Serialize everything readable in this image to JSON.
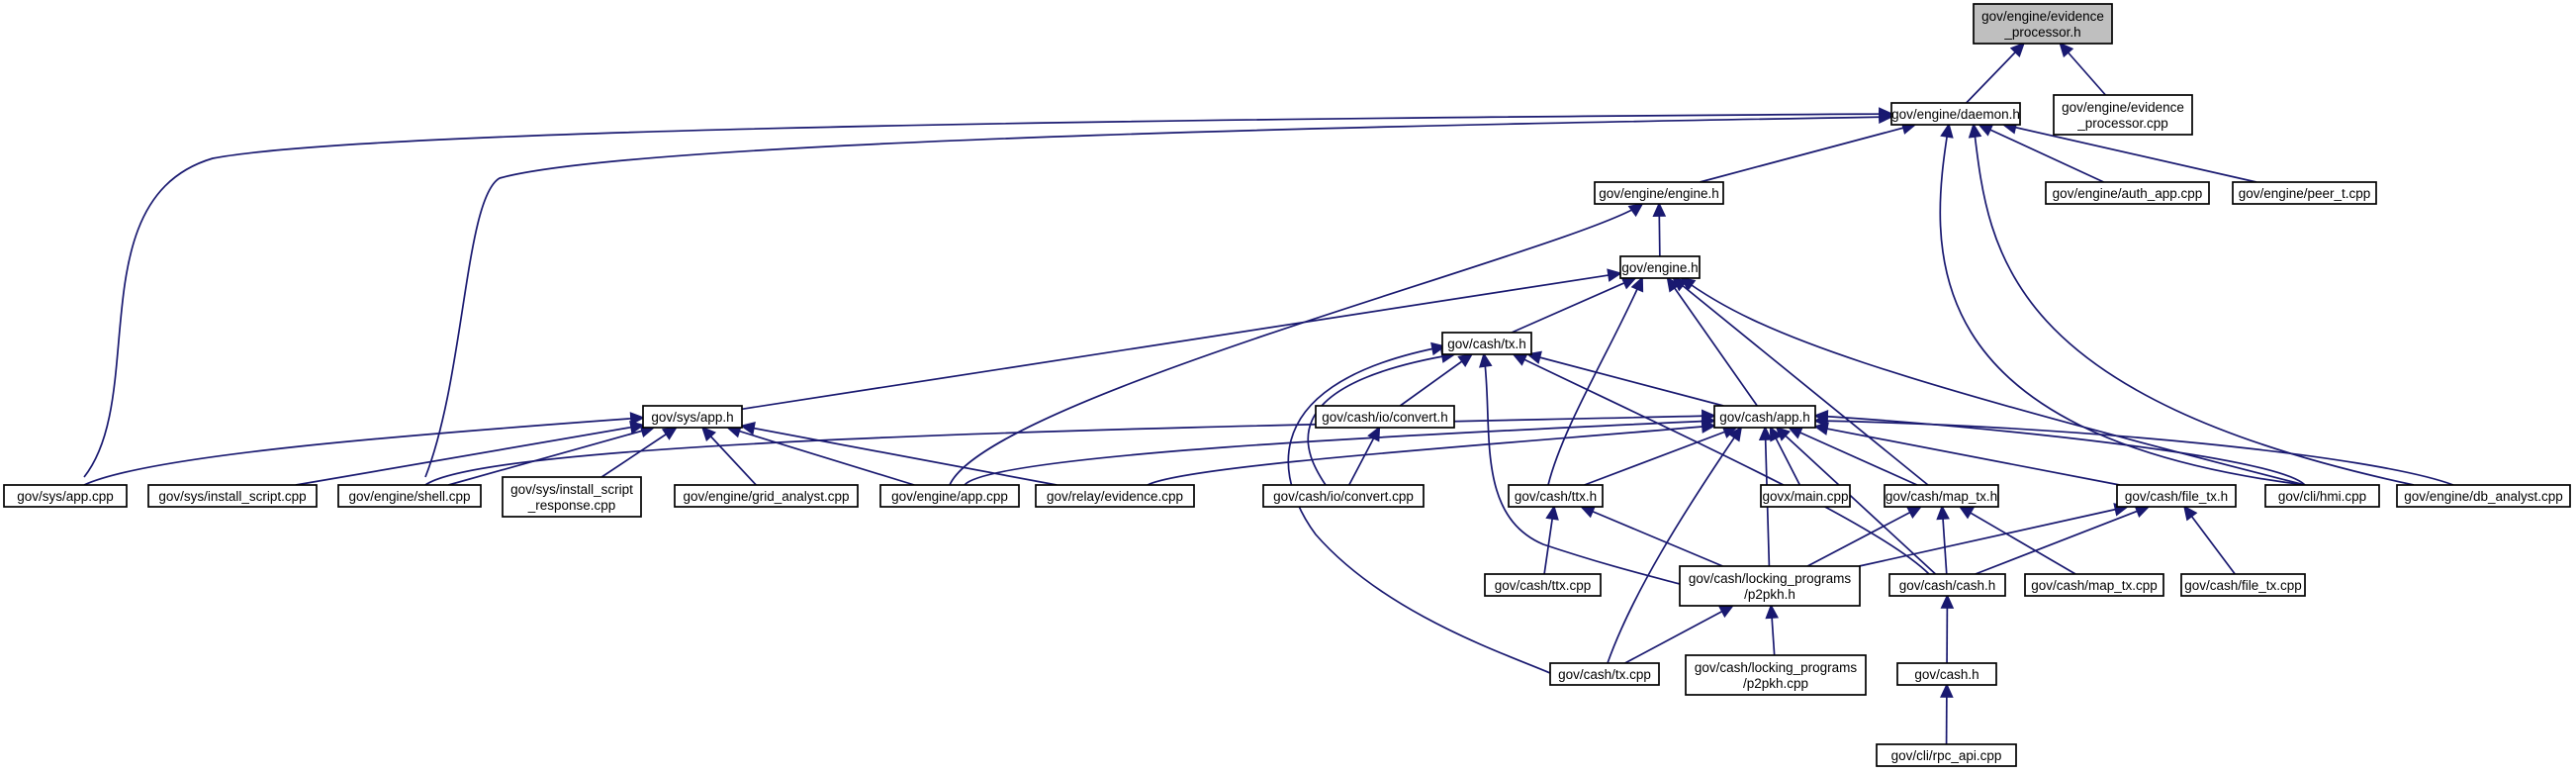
{
  "graph": {
    "root": "n_evp_h",
    "nodes": [
      {
        "id": "n_evp_h",
        "lines": [
          "gov/engine/evidence",
          "_processor.h"
        ],
        "root": true
      },
      {
        "id": "n_daemon_h",
        "lines": [
          "gov/engine/daemon.h"
        ]
      },
      {
        "id": "n_evp_cpp",
        "lines": [
          "gov/engine/evidence",
          "_processor.cpp"
        ]
      },
      {
        "id": "n_engine_engine_h",
        "lines": [
          "gov/engine/engine.h"
        ]
      },
      {
        "id": "n_auth_app_cpp",
        "lines": [
          "gov/engine/auth_app.cpp"
        ]
      },
      {
        "id": "n_peer_t_cpp",
        "lines": [
          "gov/engine/peer_t.cpp"
        ]
      },
      {
        "id": "n_engine_h",
        "lines": [
          "gov/engine.h"
        ]
      },
      {
        "id": "n_cash_tx_h",
        "lines": [
          "gov/cash/tx.h"
        ]
      },
      {
        "id": "n_sys_app_h",
        "lines": [
          "gov/sys/app.h"
        ]
      },
      {
        "id": "n_io_convert_h",
        "lines": [
          "gov/cash/io/convert.h"
        ]
      },
      {
        "id": "n_cash_app_h",
        "lines": [
          "gov/cash/app.h"
        ]
      },
      {
        "id": "n_sys_app_cpp",
        "lines": [
          "gov/sys/app.cpp"
        ]
      },
      {
        "id": "n_install_script_cpp",
        "lines": [
          "gov/sys/install_script.cpp"
        ]
      },
      {
        "id": "n_shell_cpp",
        "lines": [
          "gov/engine/shell.cpp"
        ]
      },
      {
        "id": "n_install_script_resp_cpp",
        "lines": [
          "gov/sys/install_script",
          "_response.cpp"
        ]
      },
      {
        "id": "n_grid_analyst_cpp",
        "lines": [
          "gov/engine/grid_analyst.cpp"
        ]
      },
      {
        "id": "n_engine_app_cpp",
        "lines": [
          "gov/engine/app.cpp"
        ]
      },
      {
        "id": "n_relay_evidence_cpp",
        "lines": [
          "gov/relay/evidence.cpp"
        ]
      },
      {
        "id": "n_io_convert_cpp",
        "lines": [
          "gov/cash/io/convert.cpp"
        ]
      },
      {
        "id": "n_ttx_h",
        "lines": [
          "gov/cash/ttx.h"
        ]
      },
      {
        "id": "n_govx_main_cpp",
        "lines": [
          "govx/main.cpp"
        ]
      },
      {
        "id": "n_map_tx_h",
        "lines": [
          "gov/cash/map_tx.h"
        ]
      },
      {
        "id": "n_file_tx_h",
        "lines": [
          "gov/cash/file_tx.h"
        ]
      },
      {
        "id": "n_hmi_cpp",
        "lines": [
          "gov/cli/hmi.cpp"
        ]
      },
      {
        "id": "n_db_analyst_cpp",
        "lines": [
          "gov/engine/db_analyst.cpp"
        ]
      },
      {
        "id": "n_ttx_cpp",
        "lines": [
          "gov/cash/ttx.cpp"
        ]
      },
      {
        "id": "n_p2pkh_h",
        "lines": [
          "gov/cash/locking_programs",
          "/p2pkh.h"
        ]
      },
      {
        "id": "n_cash_cash_h",
        "lines": [
          "gov/cash/cash.h"
        ]
      },
      {
        "id": "n_map_tx_cpp",
        "lines": [
          "gov/cash/map_tx.cpp"
        ]
      },
      {
        "id": "n_file_tx_cpp",
        "lines": [
          "gov/cash/file_tx.cpp"
        ]
      },
      {
        "id": "n_cash_tx_cpp",
        "lines": [
          "gov/cash/tx.cpp"
        ]
      },
      {
        "id": "n_p2pkh_cpp",
        "lines": [
          "gov/cash/locking_programs",
          "/p2pkh.cpp"
        ]
      },
      {
        "id": "n_cash_h",
        "lines": [
          "gov/cash.h"
        ]
      },
      {
        "id": "n_rpc_api_cpp",
        "lines": [
          "gov/cli/rpc_api.cpp"
        ]
      }
    ],
    "edges": [
      [
        "n_evp_h",
        "n_daemon_h"
      ],
      [
        "n_evp_h",
        "n_evp_cpp"
      ],
      [
        "n_daemon_h",
        "n_engine_engine_h"
      ],
      [
        "n_daemon_h",
        "n_auth_app_cpp"
      ],
      [
        "n_daemon_h",
        "n_peer_t_cpp"
      ],
      [
        "n_daemon_h",
        "n_sys_app_cpp"
      ],
      [
        "n_daemon_h",
        "n_shell_cpp"
      ],
      [
        "n_daemon_h",
        "n_hmi_cpp"
      ],
      [
        "n_daemon_h",
        "n_db_analyst_cpp"
      ],
      [
        "n_engine_engine_h",
        "n_engine_h"
      ],
      [
        "n_engine_engine_h",
        "n_engine_app_cpp"
      ],
      [
        "n_engine_h",
        "n_cash_tx_h"
      ],
      [
        "n_engine_h",
        "n_sys_app_h"
      ],
      [
        "n_engine_h",
        "n_cash_app_h"
      ],
      [
        "n_engine_h",
        "n_ttx_h"
      ],
      [
        "n_engine_h",
        "n_map_tx_h"
      ],
      [
        "n_engine_h",
        "n_hmi_cpp"
      ],
      [
        "n_cash_tx_h",
        "n_io_convert_h"
      ],
      [
        "n_cash_tx_h",
        "n_cash_app_h"
      ],
      [
        "n_cash_tx_h",
        "n_io_convert_cpp"
      ],
      [
        "n_cash_tx_h",
        "n_cash_tx_cpp"
      ],
      [
        "n_cash_tx_h",
        "n_p2pkh_h"
      ],
      [
        "n_cash_tx_h",
        "n_cash_cash_h"
      ],
      [
        "n_io_convert_h",
        "n_io_convert_cpp"
      ],
      [
        "n_sys_app_h",
        "n_sys_app_cpp"
      ],
      [
        "n_sys_app_h",
        "n_install_script_cpp"
      ],
      [
        "n_sys_app_h",
        "n_shell_cpp"
      ],
      [
        "n_sys_app_h",
        "n_install_script_resp_cpp"
      ],
      [
        "n_sys_app_h",
        "n_grid_analyst_cpp"
      ],
      [
        "n_sys_app_h",
        "n_engine_app_cpp"
      ],
      [
        "n_sys_app_h",
        "n_relay_evidence_cpp"
      ],
      [
        "n_cash_app_h",
        "n_shell_cpp"
      ],
      [
        "n_cash_app_h",
        "n_engine_app_cpp"
      ],
      [
        "n_cash_app_h",
        "n_relay_evidence_cpp"
      ],
      [
        "n_cash_app_h",
        "n_ttx_h"
      ],
      [
        "n_cash_app_h",
        "n_govx_main_cpp"
      ],
      [
        "n_cash_app_h",
        "n_map_tx_h"
      ],
      [
        "n_cash_app_h",
        "n_file_tx_h"
      ],
      [
        "n_cash_app_h",
        "n_hmi_cpp"
      ],
      [
        "n_cash_app_h",
        "n_db_analyst_cpp"
      ],
      [
        "n_cash_app_h",
        "n_p2pkh_h"
      ],
      [
        "n_cash_app_h",
        "n_cash_cash_h"
      ],
      [
        "n_cash_app_h",
        "n_cash_tx_cpp"
      ],
      [
        "n_ttx_h",
        "n_ttx_cpp"
      ],
      [
        "n_ttx_h",
        "n_p2pkh_h"
      ],
      [
        "n_map_tx_h",
        "n_p2pkh_h"
      ],
      [
        "n_map_tx_h",
        "n_cash_cash_h"
      ],
      [
        "n_map_tx_h",
        "n_map_tx_cpp"
      ],
      [
        "n_file_tx_h",
        "n_p2pkh_h"
      ],
      [
        "n_file_tx_h",
        "n_cash_cash_h"
      ],
      [
        "n_file_tx_h",
        "n_file_tx_cpp"
      ],
      [
        "n_p2pkh_h",
        "n_cash_tx_cpp"
      ],
      [
        "n_p2pkh_h",
        "n_p2pkh_cpp"
      ],
      [
        "n_cash_cash_h",
        "n_cash_h"
      ],
      [
        "n_cash_h",
        "n_rpc_api_cpp"
      ]
    ]
  }
}
